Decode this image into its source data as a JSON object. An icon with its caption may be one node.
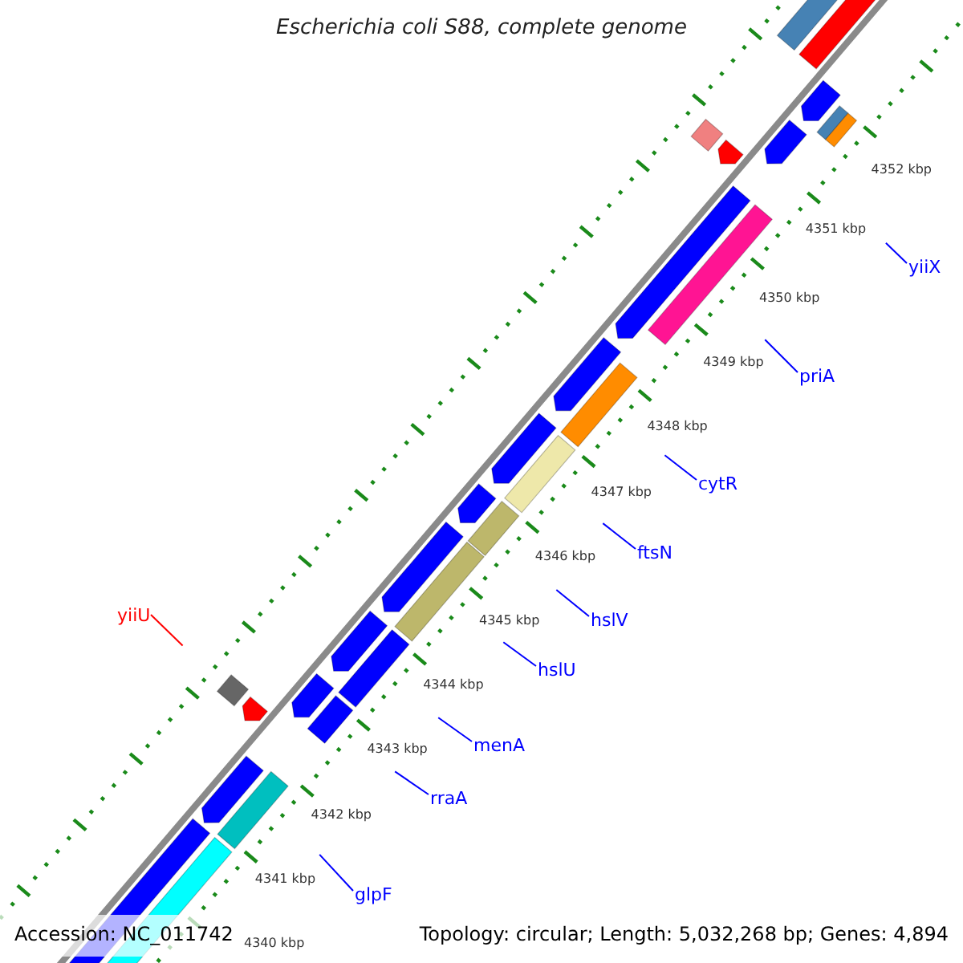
{
  "diagram": {
    "title": "Escherichia coli S88, complete genome",
    "nodes": [
      {
        "text": [
          "yiiX"
        ]
      },
      {
        "text": [
          "priA"
        ]
      },
      {
        "text": [
          "cytR"
        ]
      },
      {
        "text": [
          "ftsN"
        ]
      },
      {
        "text": [
          "hslV"
        ]
      },
      {
        "text": [
          "yiiU"
        ]
      },
      {
        "text": [
          "hslU"
        ]
      },
      {
        "text": [
          "menA"
        ]
      },
      {
        "text": [
          "rraA"
        ]
      },
      {
        "text": [
          "glpF"
        ]
      }
    ],
    "edges": [
      {
        "from": 0,
        "to": null,
        "arrow": "none"
      },
      {
        "from": 1,
        "to": null,
        "arrow": "none"
      },
      {
        "from": 2,
        "to": null,
        "arrow": "none"
      },
      {
        "from": 3,
        "to": null,
        "arrow": "none"
      },
      {
        "from": 4,
        "to": null,
        "arrow": "none"
      },
      {
        "from": 5,
        "to": null,
        "arrow": "none",
        "color": "#ff0000"
      },
      {
        "from": 6,
        "to": null,
        "arrow": "none"
      },
      {
        "from": 7,
        "to": null,
        "arrow": "none"
      },
      {
        "from": 8,
        "to": null,
        "arrow": "none"
      },
      {
        "from": 9,
        "to": null,
        "arrow": "none"
      }
    ],
    "labels": [
      "4352 kbp",
      "4351 kbp",
      "4350 kbp",
      "4349 kbp",
      "4348 kbp",
      "4347 kbp",
      "4346 kbp",
      "4345 kbp",
      "4344 kbp",
      "4343 kbp",
      "4342 kbp",
      "4341 kbp",
      "4340 kbp",
      "Accession: NC_011742",
      "Topology: circular; Length: 5,032,268 bp; Genes: 4,894"
    ]
  }
}
